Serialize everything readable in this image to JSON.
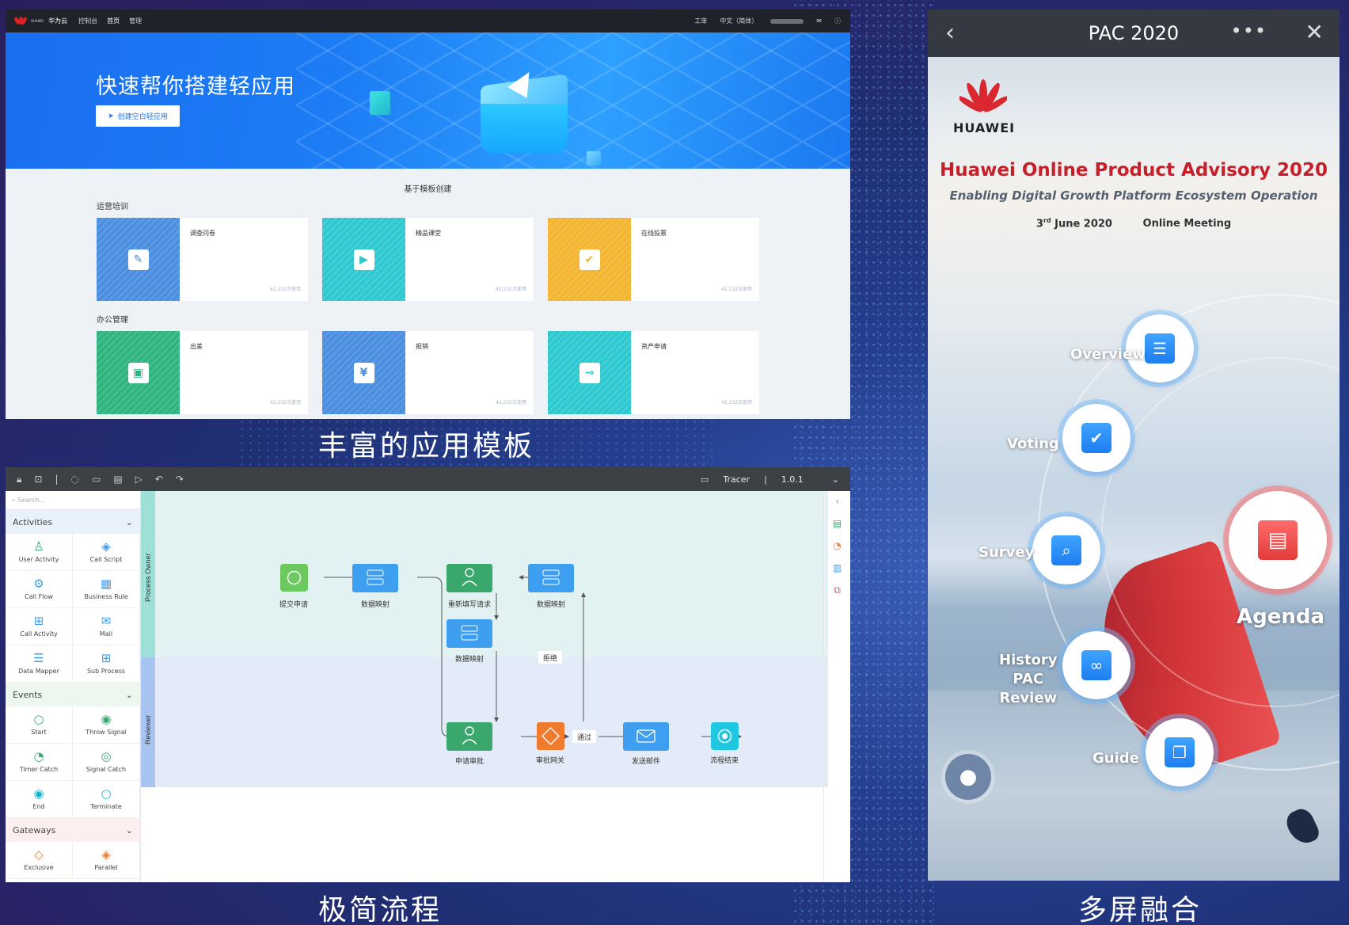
{
  "captions": {
    "templates": "丰富的应用模板",
    "flow": "极简流程",
    "multiscreen": "多屏融合"
  },
  "lowcode": {
    "topbar": {
      "brand_small": "HUAWEI",
      "brand": "华为云",
      "links": [
        "控制台",
        "首页",
        "管理"
      ],
      "right": [
        "工单",
        "中文（简体）"
      ]
    },
    "banner": {
      "title": "快速帮你搭建轻应用",
      "button": "创建空白轻应用"
    },
    "section_title": "基于模板创建",
    "groups": [
      {
        "title": "运营培训",
        "cards": [
          {
            "name": "调查问卷",
            "uses": "42,232次使用",
            "color": "#4a8fe0",
            "icon": "survey-doc-icon"
          },
          {
            "name": "精品课堂",
            "uses": "42,232次使用",
            "color": "#2ec9d0",
            "icon": "presentation-icon"
          },
          {
            "name": "在线投票",
            "uses": "42,232次使用",
            "color": "#f4b531",
            "icon": "ballot-icon"
          }
        ]
      },
      {
        "title": "办公管理",
        "cards": [
          {
            "name": "出差",
            "uses": "42,232次使用",
            "color": "#2fb47f",
            "icon": "briefcase-icon"
          },
          {
            "name": "报销",
            "uses": "42,232次使用",
            "color": "#4a8fe0",
            "icon": "yuan-receipt-icon"
          },
          {
            "name": "资产申请",
            "uses": "42,232次使用",
            "color": "#2ec9d0",
            "icon": "key-icon"
          }
        ]
      }
    ]
  },
  "flow": {
    "toolbar": {
      "mode": "Tracer",
      "version": "1.0.1"
    },
    "search_placeholder": "Search...",
    "sections": [
      {
        "title": "Activities",
        "items": [
          "User Activity",
          "Call Script",
          "Call Flow",
          "Business Rule",
          "Call Activity",
          "Mail",
          "Data Mapper",
          "Sub Process"
        ]
      },
      {
        "title": "Events",
        "items": [
          "Start",
          "Throw Signal",
          "Timer Catch",
          "Signal Catch",
          "End",
          "Terminate"
        ]
      },
      {
        "title": "Gateways",
        "items": [
          "Exclusive",
          "Parallel"
        ]
      }
    ],
    "lanes": [
      "Process Owner",
      "Reviewer"
    ],
    "nodes": {
      "submit": "提交申请",
      "map1": "数据映射",
      "refill": "重新填写请求",
      "map2": "数据映射",
      "map3": "数据映射",
      "approve": "申请审批",
      "gateway": "审批网关",
      "mail": "发送邮件",
      "end": "流程结束"
    },
    "edge_labels": {
      "reject": "拒绝",
      "pass": "通过"
    }
  },
  "mobile": {
    "header_title": "PAC 2020",
    "brand": "HUAWEI",
    "event_title": "Huawei Online Product Advisory 2020",
    "event_subtitle": "Enabling Digital Growth Platform Ecosystem Operation",
    "date_day": "3",
    "date_sup": "rd",
    "date_rest": " June 2020",
    "meeting": "Online Meeting",
    "menu": [
      "Overview",
      "Voting",
      "Survey",
      "Agenda",
      "History",
      "PAC",
      "Review",
      "Guide"
    ]
  },
  "colors": {
    "accent": "#1a6ef0",
    "flow_green": "#3aa76d",
    "flow_blue": "#3e9ff0",
    "flow_orange": "#f07b2e",
    "huawei_red": "#d9282f"
  }
}
